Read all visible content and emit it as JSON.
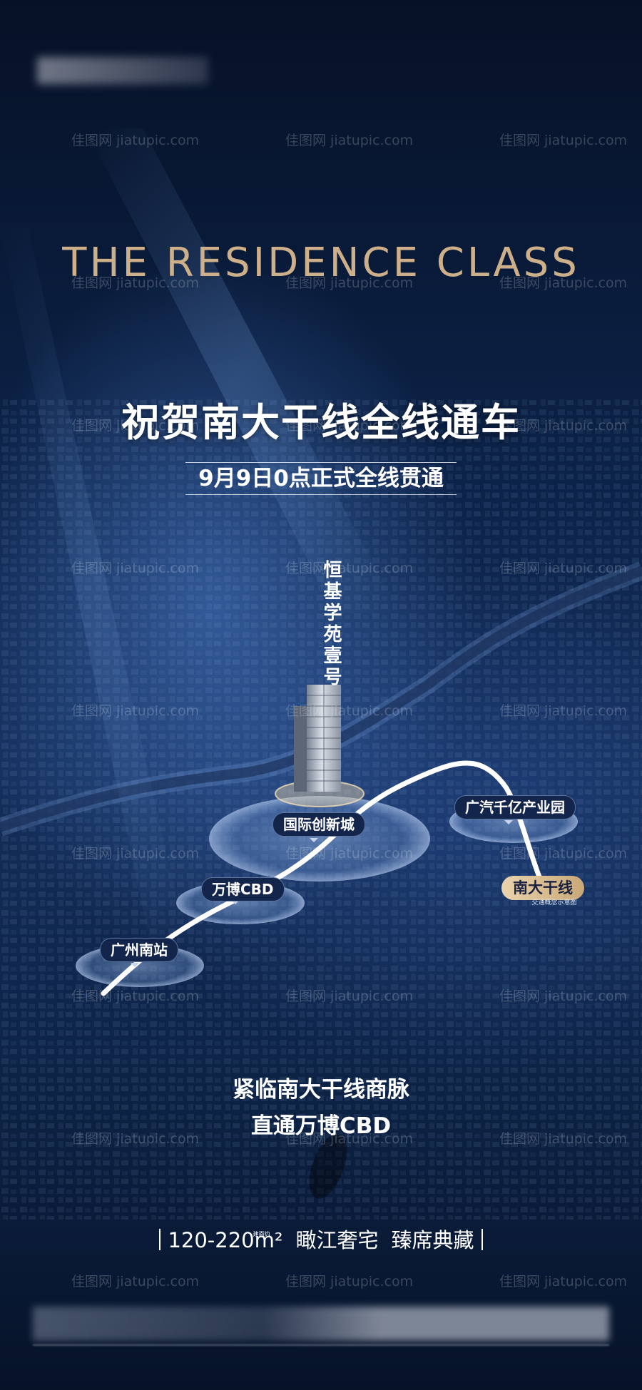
{
  "headline": "THE RESIDENCE CLASS",
  "title": "祝贺南大干线全线通车",
  "subtitle": "9月9日0点正式全线贯通",
  "map": {
    "building_name": "恒基学苑壹号",
    "stations": {
      "guangzhou_south": "广州南站",
      "wanbo_cbd": "万博CBD",
      "innovation_city": "国际创新城",
      "gac_park": "广汽千亿产业园"
    },
    "route_tag": "南大干线",
    "note": "交通概念示意图"
  },
  "slogan": {
    "line1": "紧临南大干线商脉",
    "line2": "直通万博CBD"
  },
  "area": {
    "range": "120-220",
    "unit": "m²",
    "unit_note": "建面约",
    "tag1": "瞰江奢宅",
    "tag2": "臻席典藏"
  },
  "watermark": "佳图网 jiatupic.com",
  "colors": {
    "gold": "#cdb08a",
    "navy": "#0c2349",
    "tag_bg": "#13254a"
  }
}
